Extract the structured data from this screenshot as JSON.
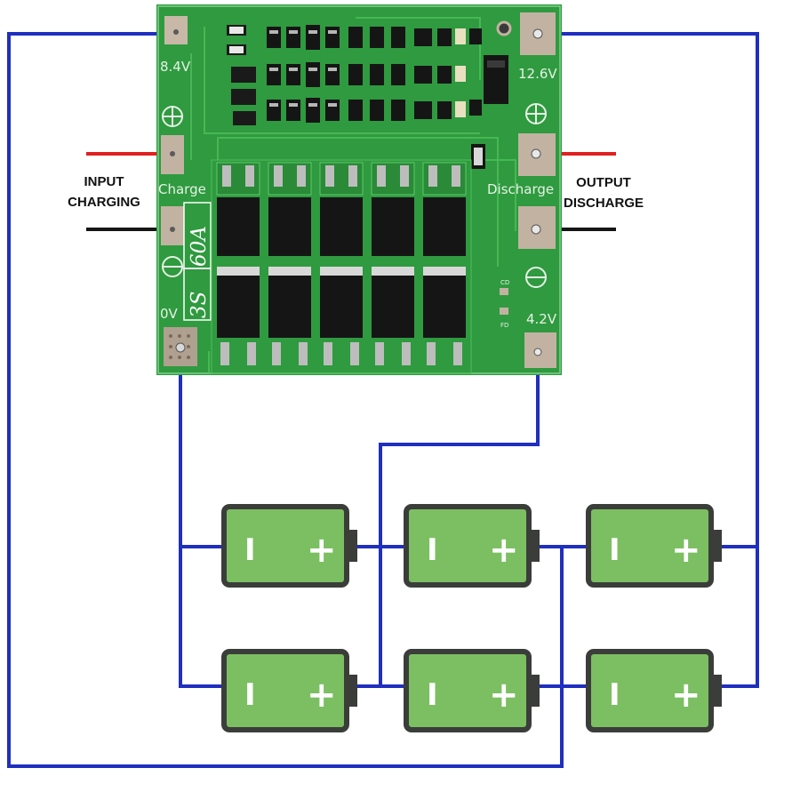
{
  "board": {
    "pad_top_left": "8.4V",
    "pad_top_right": "12.6V",
    "pad_bottom_left": "0V",
    "pad_bottom_right": "4.2V",
    "charge_label": "Charge",
    "discharge_label": "Discharge",
    "model_cells": "3S",
    "model_current": "60A",
    "silk_cd": "CD",
    "silk_fd": "FD"
  },
  "input_label": {
    "line1": "INPUT",
    "line2": "CHARGING"
  },
  "output_label": {
    "line1": "OUTPUT",
    "line2": "DISCHARGE"
  },
  "battery": {
    "neg_symbol": "I",
    "pos_symbol": "+"
  },
  "colors": {
    "wire": "#1f2fbf",
    "pcb": "#2f9a3f",
    "pcb_dark": "#1f7a2f",
    "battery_fill": "#7cbf62",
    "battery_frame": "#3a3d3a",
    "positive_lead": "#e02020",
    "negative_lead": "#151515"
  },
  "icons": [
    "plus-circle-icon",
    "minus-circle-icon",
    "mosfet-icon",
    "battery-icon"
  ]
}
